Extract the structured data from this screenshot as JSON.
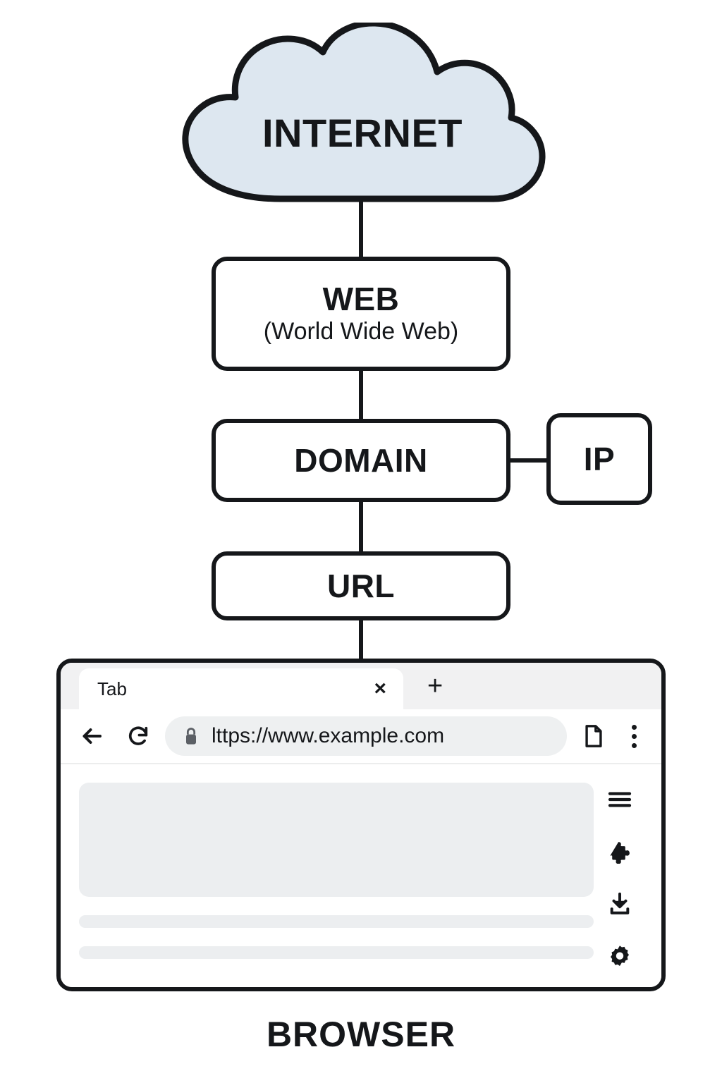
{
  "diagram": {
    "cloud": {
      "label": "INTERNET",
      "fill": "#dde7f0",
      "stroke": "#15171a"
    },
    "nodes": [
      {
        "id": "web",
        "title": "WEB",
        "subtitle": "(World Wide Web)"
      },
      {
        "id": "domain",
        "title": "DOMAIN",
        "subtitle": ""
      },
      {
        "id": "ip",
        "title": "IP",
        "subtitle": ""
      },
      {
        "id": "url",
        "title": "URL",
        "subtitle": ""
      }
    ],
    "caption": "BROWSER",
    "line_color": "#15171a"
  },
  "browser": {
    "tab": {
      "title": "Tab",
      "close_label": "×",
      "new_tab_label": "+"
    },
    "toolbar": {
      "back_icon": "back-arrow-icon",
      "reload_icon": "reload-icon",
      "lock_icon": "lock-icon",
      "url": "lttps://www.example.com",
      "page_icon": "page-icon",
      "menu_icon": "three-dot-menu-icon"
    },
    "sidebar_icons": [
      "hamburger-menu-icon",
      "puzzle-piece-icon",
      "download-icon",
      "gear-icon"
    ],
    "content": {
      "placeholder_blocks": 1,
      "placeholder_bars": 2,
      "placeholder_color": "#eceef0"
    }
  }
}
